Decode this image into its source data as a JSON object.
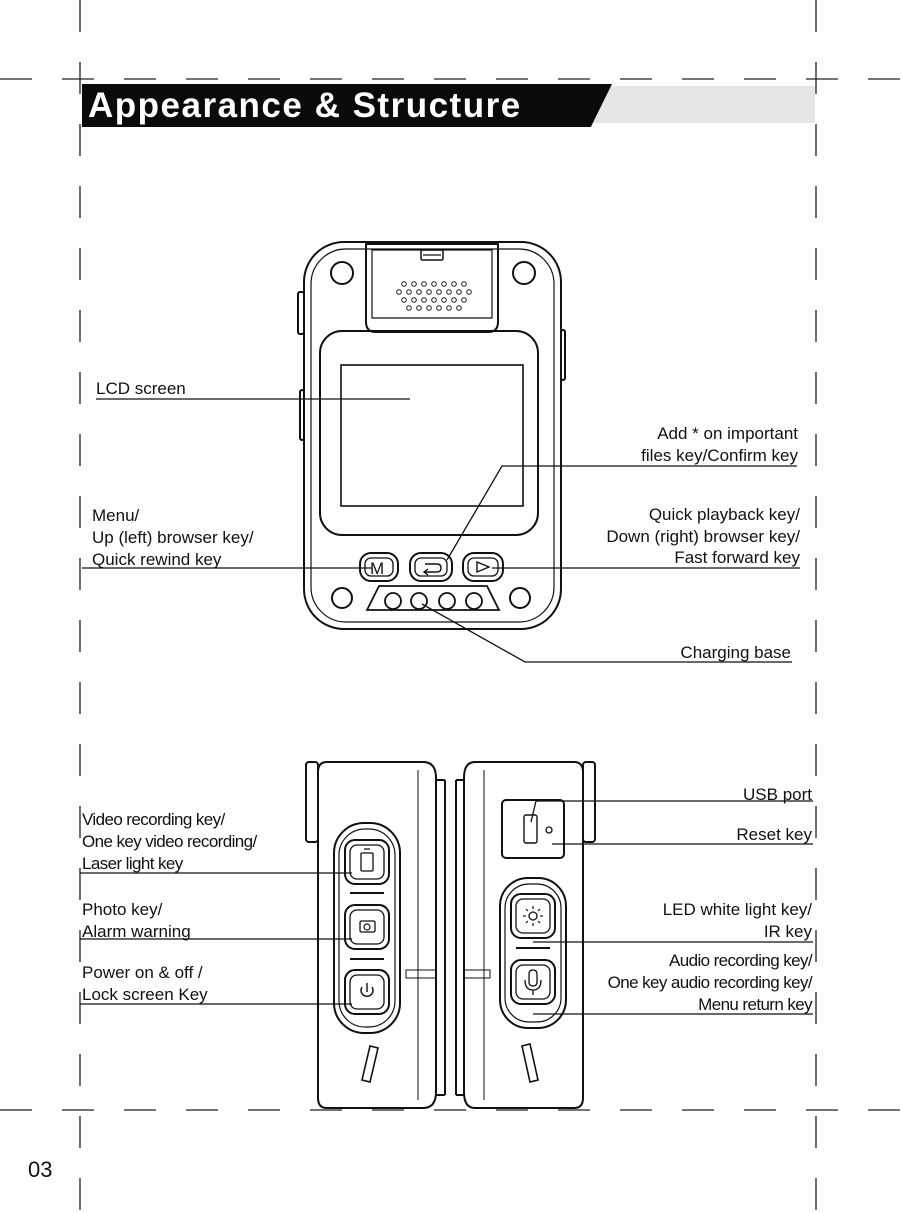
{
  "header": {
    "title": "Appearance & Structure"
  },
  "front_view": {
    "buttons": {
      "menu": "M"
    },
    "labels": {
      "lcd_screen": "LCD screen",
      "add_star_1": "Add * on important",
      "add_star_2": "files key/Confirm key",
      "menu_1": "Menu/",
      "menu_2": "Up (left) browser key/",
      "menu_3": "Quick rewind key",
      "playback_1": "Quick playback key/",
      "playback_2": "Down (right) browser key/",
      "playback_3": "Fast forward key",
      "charging_base": "Charging base"
    }
  },
  "side_views": {
    "labels": {
      "video_1": "Video recording key/",
      "video_2": "One key video recording/",
      "video_3": "Laser light key",
      "photo_1": "Photo key/",
      "photo_2": "Alarm warning",
      "power_1": "Power on & off /",
      "power_2": "Lock screen Key",
      "usb_port": "USB port",
      "reset_key": "Reset key",
      "led_1": "LED white light key/",
      "led_2": "IR key",
      "audio_1": "Audio recording key/",
      "audio_2": "One key audio recording key/",
      "audio_3": "Menu return key"
    }
  },
  "footer": {
    "page_number": "03"
  }
}
